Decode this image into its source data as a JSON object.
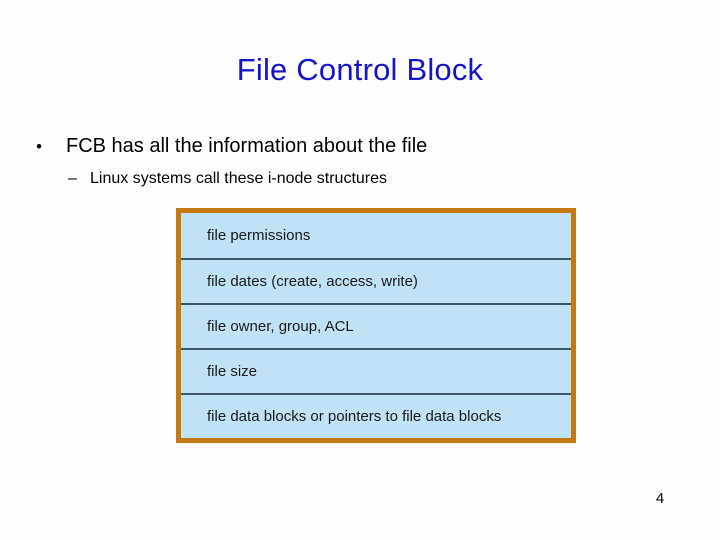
{
  "slide": {
    "title": "File Control Block",
    "page_number": "4",
    "background_color": "#fefefe",
    "title_color": "#1414C8"
  },
  "bullets": [
    {
      "level": 1,
      "marker": "•",
      "text": "FCB has all the information about the file"
    },
    {
      "level": 2,
      "marker": "–",
      "text": "Linux systems call these i-node structures"
    }
  ],
  "fcb_diagram": {
    "border_color": "#C4780F",
    "fill_color": "#BFE3F5",
    "separator_color": "#3F5A66",
    "rows": [
      "file permissions",
      "file dates (create, access, write)",
      "file owner, group, ACL",
      "file size",
      "file data blocks or pointers to file data blocks"
    ]
  }
}
